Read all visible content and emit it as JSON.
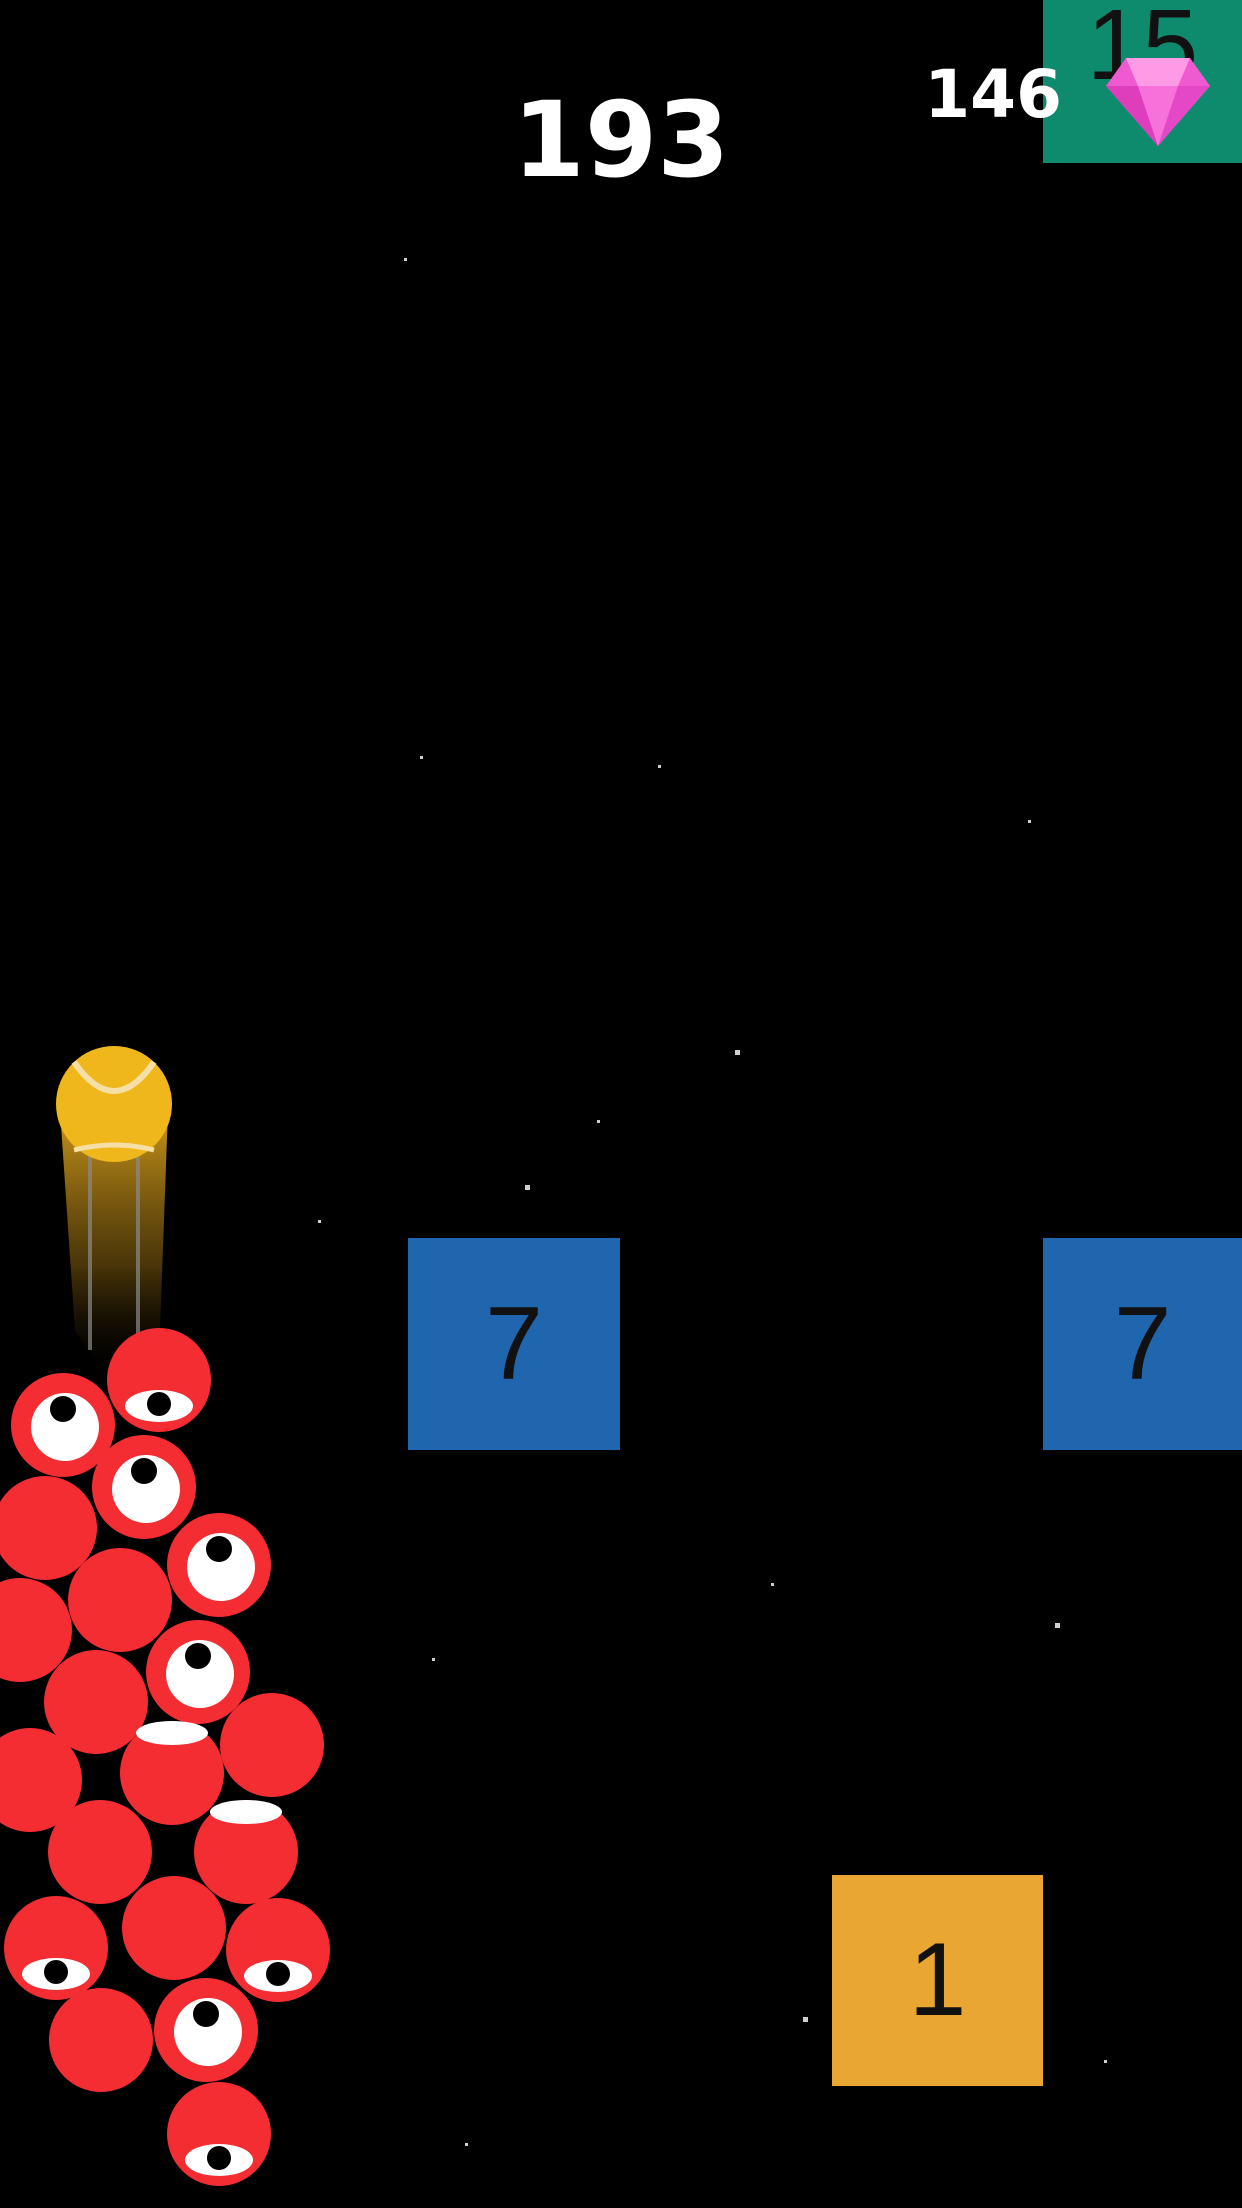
{
  "hud": {
    "score": "193",
    "gem_count": "146",
    "gem_icon": "pink-gem-icon"
  },
  "blocks": [
    {
      "value": "15",
      "color": "#0e8a6c"
    },
    {
      "value": "7",
      "color": "#1f66ae"
    },
    {
      "value": "7",
      "color": "#1f66ae"
    },
    {
      "value": "1",
      "color": "#eaa632"
    }
  ],
  "colors": {
    "background": "#000000",
    "ball_body": "#f42d33",
    "launch_ball": "#f0b71d",
    "gem": "#f05ad0"
  },
  "icons": [
    "tennis-ball-icon",
    "red-eye-ball-icon",
    "pink-gem-icon"
  ]
}
